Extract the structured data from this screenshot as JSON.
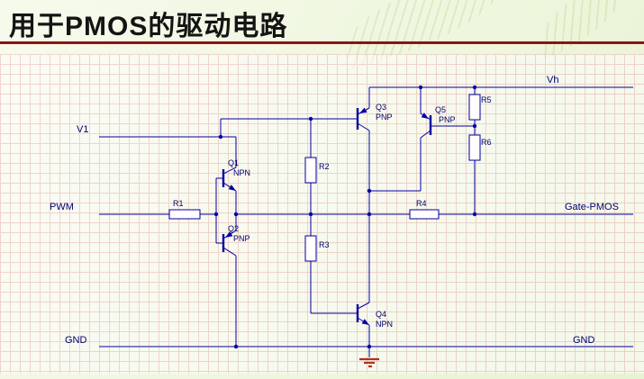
{
  "slide": {
    "title": "用于PMOS的驱动电路",
    "colors": {
      "wire": "#0000a2",
      "label": "#00006e",
      "title_color": "#141414",
      "underline": "#8e1414",
      "grid_line": "#e9b8b8",
      "ground": "#b03020",
      "bg_top": "#f6faeb"
    }
  },
  "schematic": {
    "ports": {
      "vh": "Vh",
      "v1": "V1",
      "pwm": "PWM",
      "gnd_left": "GND",
      "gnd_right": "GND",
      "gate": "Gate-PMOS"
    },
    "components": {
      "q1": {
        "ref": "Q1",
        "type": "NPN"
      },
      "q2": {
        "ref": "Q2",
        "type": "PNP"
      },
      "q3": {
        "ref": "Q3",
        "type": "PNP"
      },
      "q4": {
        "ref": "Q4",
        "type": "NPN"
      },
      "q5": {
        "ref": "Q5",
        "type": "PNP"
      },
      "r1": {
        "ref": "R1"
      },
      "r2": {
        "ref": "R2"
      },
      "r3": {
        "ref": "R3"
      },
      "r4": {
        "ref": "R4"
      },
      "r5": {
        "ref": "R5"
      },
      "r6": {
        "ref": "R6"
      }
    }
  }
}
